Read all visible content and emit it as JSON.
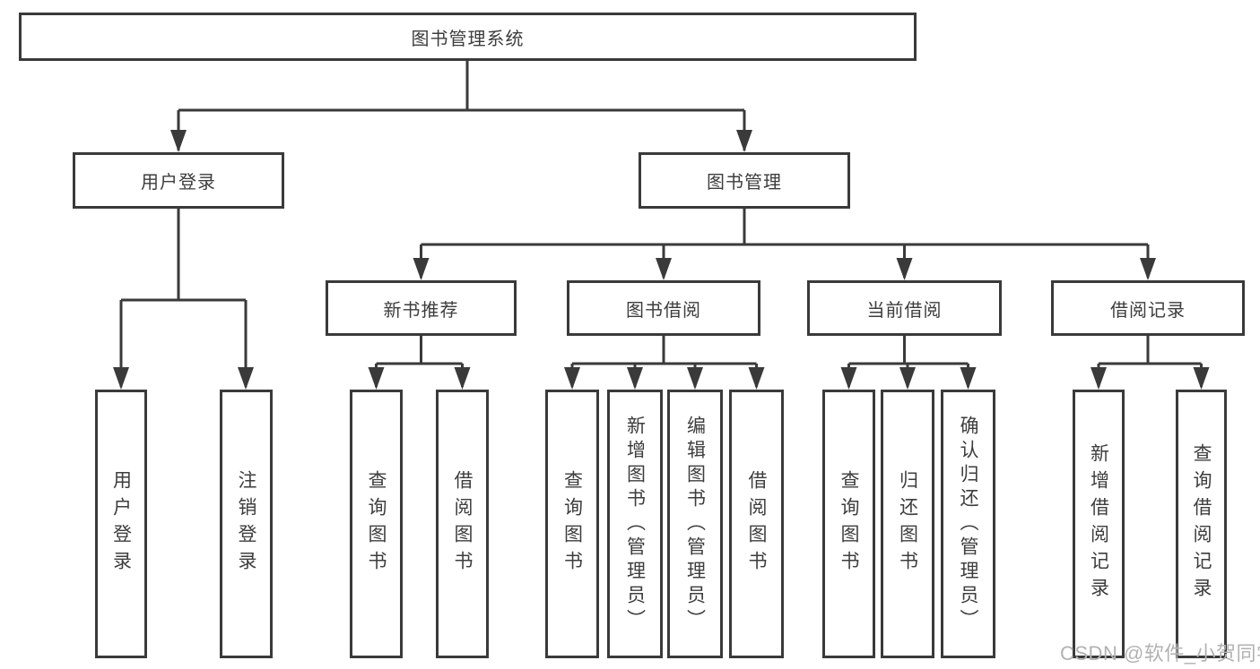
{
  "diagram": {
    "root": {
      "label": "图书管理系统"
    },
    "level2": [
      {
        "label": "用户登录"
      },
      {
        "label": "图书管理"
      }
    ],
    "level3": [
      {
        "label": "新书推荐"
      },
      {
        "label": "图书借阅"
      },
      {
        "label": "当前借阅"
      },
      {
        "label": "借阅记录"
      }
    ],
    "leaves": {
      "user_login": [
        "用户登录",
        "注销登录"
      ],
      "new_book_recommend": [
        "查询图书",
        "借阅图书"
      ],
      "book_borrow": [
        "查询图书",
        "新增图书（管理员）",
        "编辑图书（管理员）",
        "借阅图书"
      ],
      "current_borrow": [
        "查询图书",
        "归还图书",
        "确认归还（管理员）"
      ],
      "borrow_record": [
        "新增借阅记录",
        "查询借阅记录"
      ]
    }
  },
  "watermark": {
    "text": "CSDN @软件_小贺同学"
  },
  "colors": {
    "line": "#3a3a3a",
    "text": "#3d3d3d",
    "watermark": "#b2b2b2",
    "background": "#ffffff"
  }
}
